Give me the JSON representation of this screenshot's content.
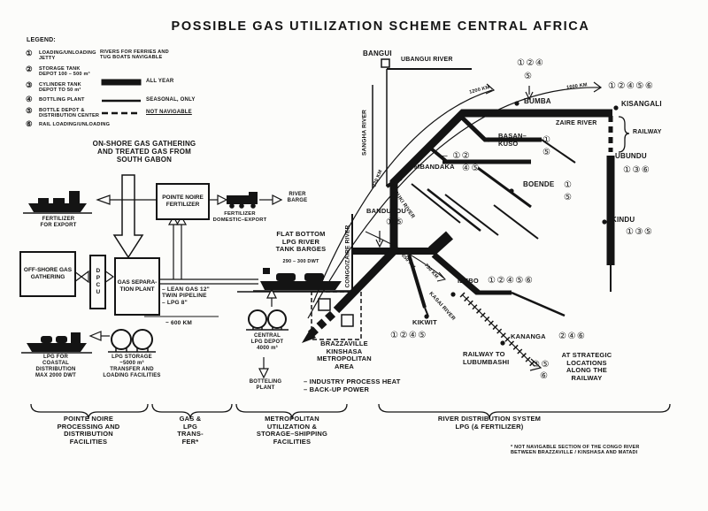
{
  "title": "POSSIBLE GAS UTILIZATION SCHEME CENTRAL AFRICA",
  "legend": {
    "heading": "LEGEND:",
    "items": [
      {
        "num": "①",
        "label": "LOADING/UNLOADING\nJETTY"
      },
      {
        "num": "②",
        "label": "STORAGE TANK\nDEPOT 100 – 500 m³"
      },
      {
        "num": "③",
        "label": "CYLINDER TANK\nDEPOT TO 50 m³"
      },
      {
        "num": "④",
        "label": "BOTTLING PLANT"
      },
      {
        "num": "⑤",
        "label": "BOTTLE DEPOT &\nDISTRIBUTION CENTER"
      },
      {
        "num": "⑥",
        "label": "RAIL LOADING/UNLOADING"
      }
    ],
    "routes_note": "RIVERS FOR FERRIES AND\nTUG BOATS NAVIGABLE",
    "line_all_year": "ALL YEAR",
    "line_seasonal": "SEASONAL, ONLY",
    "line_not_navigable": "NOT NAVIGABLE"
  },
  "pointe_noire": {
    "onshore_note": "ON-SHORE GAS GATHERING\nAND TREATED GAS FROM\nSOUTH GABON",
    "fertilizer_plant": "POINTE\nNOIRE\nFERTILIZER",
    "fertilizer_export_ship": "FERTILIZER\nFOR EXPORT",
    "offshore_box": "OFF-SHORE\nGAS\nGATHERING",
    "dpcu": "DPCU",
    "gas_separation": "GAS\nSEPARA-\nTION\nPLANT",
    "truck_label": "FERTILIZER\nDOMESTIC–EXPORT",
    "river_barge": "RIVER\nBARGE",
    "pipeline_note": "– LEAN GAS 12\"\n  TWIN PIPELINE\n– LPG 8\"",
    "distance": "~ 600 KM",
    "lpg_storage": "LPG STORAGE\n~5000 m³\nTRANSFER AND\nLOADING FACILITIES",
    "lpg_coastal_ship": "LPG FOR\nCOASTAL\nDISTRIBUTION\nMAX 2000 DWT"
  },
  "metro": {
    "barges_note": "FLAT BOTTOM\nLPG RIVER\nTANK BARGES",
    "barges_dwt": "290 – 300 DWT",
    "central_depot": "CENTRAL\nLPG DEPOT\n4000 m³",
    "bottling_plant": "BOTTELING\nPLANT",
    "metro_area": "BRAZZAVILLE\nKINSHASA\nMETROPOLITAN\nAREA",
    "uses": "–  INDUSTRY PROCESS HEAT\n–  BACK-UP POWER"
  },
  "map": {
    "bangui": "BANGUI",
    "ubangui_river": "UBANGUI RIVER",
    "sangha_river": "SANGHA RIVER",
    "congo_zaire_river": "CONGO/ZAIRE RIVER",
    "ruki_river": "RUKI RIVER",
    "kasai_river": "KASAI RIVER",
    "zaire_river": "ZAIRE RIVER",
    "bumba": "BUMBA",
    "bumba_badges1": "①②④",
    "bumba_badges2": "⑤",
    "kisangali": "KISANGALI",
    "kisangali_badges": "①②④⑤⑥",
    "railway": "RAILWAY",
    "ubundu": "UBUNDU",
    "ubundu_badges": "①③⑥",
    "kindu": "KINDU",
    "kindu_badges": "①③⑤",
    "basankuso": "BASAN–\nKUSO",
    "basankuso_badge1": "①",
    "basankuso_badge2": "⑤",
    "mbandaka": "MBANDAKA",
    "mbandaka_badges1": "– ①②",
    "mbandaka_badges2": "④⑤",
    "boende": "BOENDE",
    "boende_badge1": "①",
    "boende_badge2": "⑤",
    "bandundu": "BANDUNDU",
    "bandundu_badges": "①⑤",
    "ilebo": "ILEBO",
    "ilebo_badges": "①②④⑤⑥",
    "kikwit": "KIKWIT",
    "kikwit_badges": "①②④⑤",
    "kananga": "KANANGA",
    "kananga_badges": "②④⑥",
    "railway_lubumbashi": "RAILWAY TO\nLUBUMBASHI",
    "strategic": "AT STRATEGIC\nLOCATIONS\nALONG THE\nRAILWAY",
    "strategic_badges1": "③⑤",
    "strategic_badges2": "⑥",
    "d1200": "1200 KM",
    "d1600": "1600 KM",
    "d320": "320 KM",
    "d650": "650 KM",
    "d730": "730 KM"
  },
  "bottom": {
    "sections": [
      {
        "label": "POINTE NOIRE\nPROCESSING AND\nDISTRIBUTION\nFACILITIES"
      },
      {
        "label": "GAS &\nLPG\nTRANS-\nFER*"
      },
      {
        "label": "METROPOLITAN\nUTILIZATION &\nSTORAGE–SHIPPING\nFACILITIES"
      },
      {
        "label": "RIVER DISTRIBUTION SYSTEM\nLPG (& FERTILIZER)"
      }
    ],
    "footnote": "* NOT NAVIGABLE SECTION OF THE CONGO RIVER\nBETWEEN BRAZZAVILLE / KINSHASA AND MATADI"
  }
}
